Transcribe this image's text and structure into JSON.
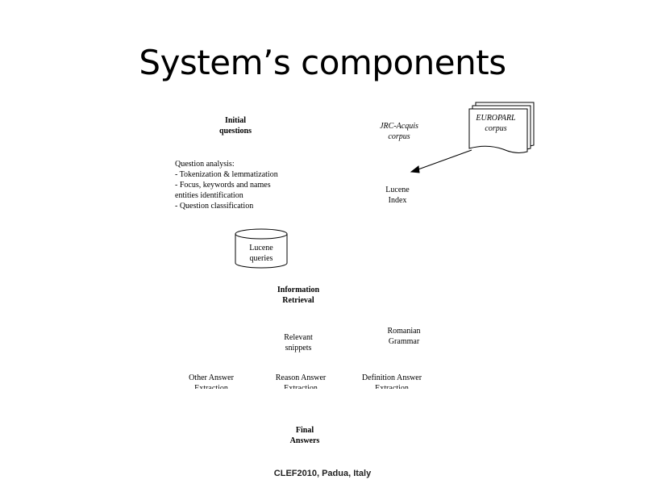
{
  "slide": {
    "title": "System’s components",
    "footer": "CLEF2010, Padua, Italy"
  },
  "diagram": {
    "initial_questions": "Initial\nquestions",
    "question_analysis": "Question analysis:\n- Tokenization & lemmatization\n- Focus, keywords and names\nentities identification\n- Question classification",
    "jrc_acquis": "JRC-Acquis\ncorpus",
    "europarl": "EUROPARL\ncorpus",
    "lucene_index": "Lucene\nIndex",
    "lucene_queries": "Lucene\nqueries",
    "information_retrieval": "Information\nRetrieval",
    "relevant_snippets": "Relevant\nsnippets",
    "romanian_grammar": "Romanian\nGrammar",
    "other_answer_extraction": "Other Answer\nExtraction",
    "reason_answer_extraction": "Reason Answer\nExtraction",
    "definition_answer_extraction": "Definition Answer\nExtraction",
    "final_answers": "Final\nAnswers"
  }
}
